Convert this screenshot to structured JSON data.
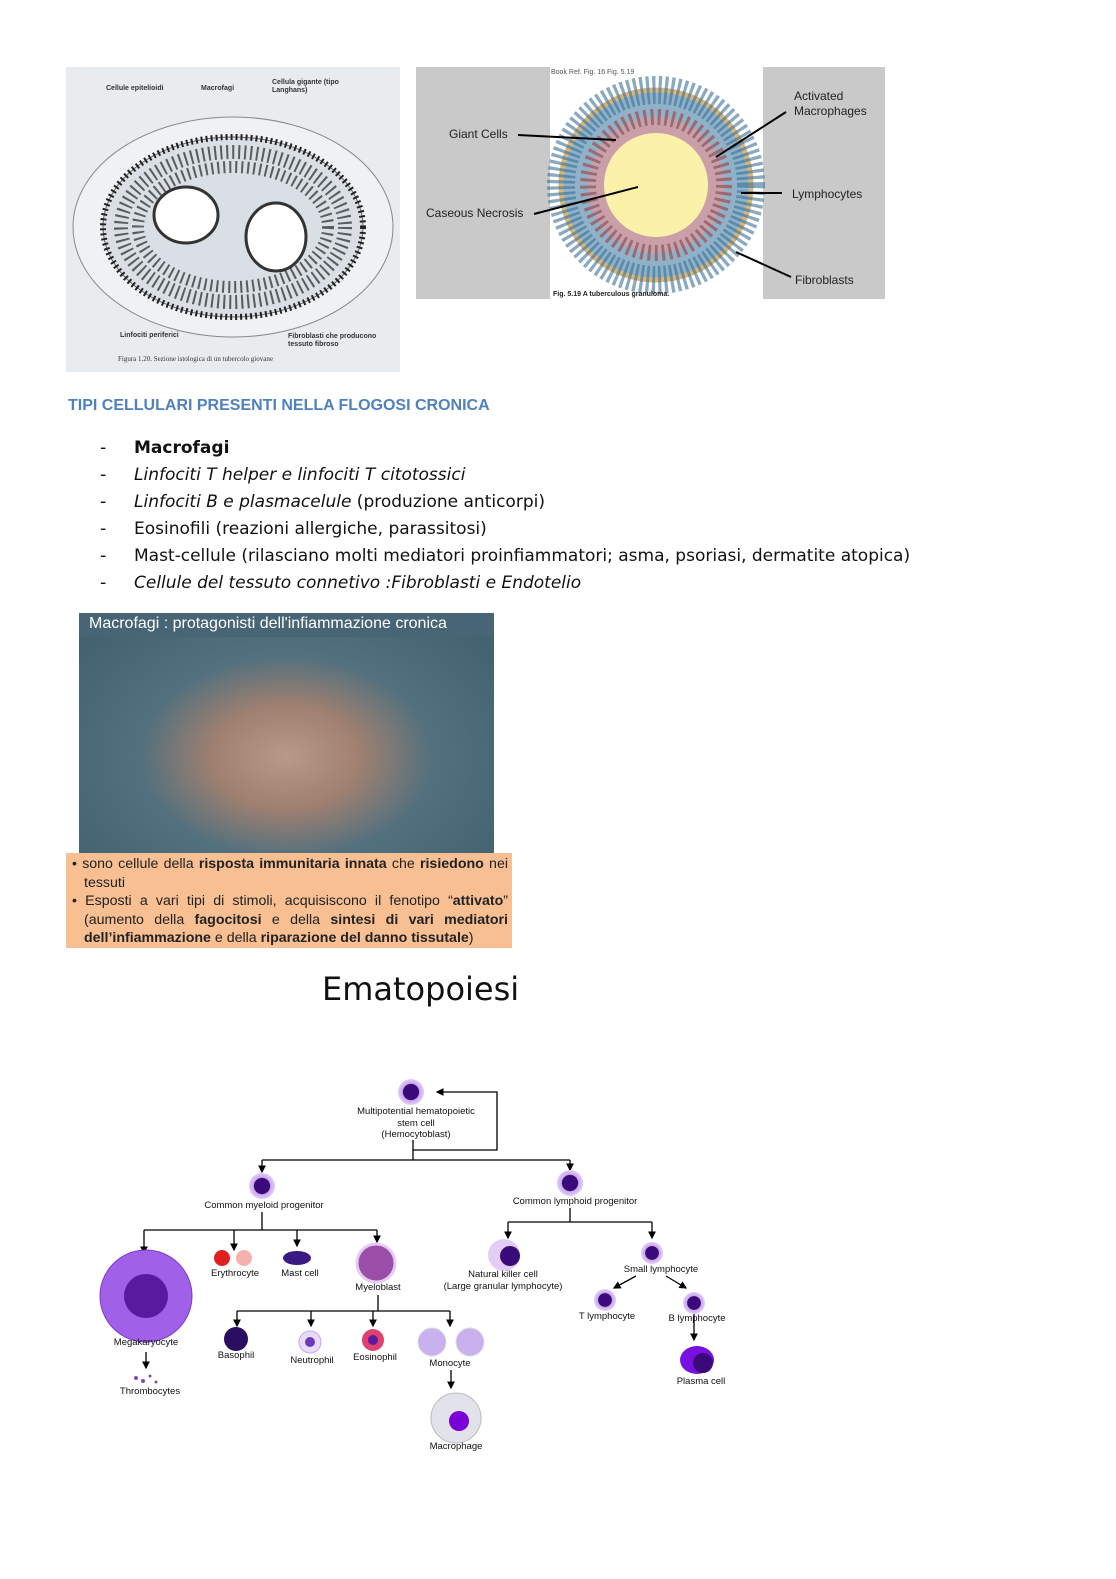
{
  "figure_histology": {
    "labels": [
      "Cellule epitelioidi",
      "Macrofagi",
      "Cellula gigante (tipo Langhans)",
      "Linfociti periferici",
      "Fibroblasti che producono tessuto fibroso"
    ],
    "caption": "Figura 1.20. Sezione istologica di un tubercolo giovane"
  },
  "figure_granuloma": {
    "header": "Book Ref. Fig. 16 Fig. 5.19",
    "labels": [
      "Giant Cells",
      "Caseous Necrosis",
      "Activated Macrophages",
      "Lymphocytes",
      "Fibroblasts"
    ],
    "caption": "Fig. 5.19 A tuberculous granuloma."
  },
  "section_heading": "TIPI CELLULARI PRESENTI NELLA FLOGOSI CRONICA",
  "cell_types": [
    {
      "main": "Macrofagi",
      "rest": ""
    },
    {
      "main": "Linfociti T helper e linfociti T citotossici",
      "rest": ""
    },
    {
      "main": "Linfociti B e plasmacelule",
      "rest": " (produzione anticorpi)"
    },
    {
      "main": "Eosinofili (reazioni allergiche, parassitosi)",
      "rest": ""
    },
    {
      "main": "Mast-cellule (rilasciano molti mediatori proinfiammatori; asma, psoriasi, dermatite atopica)",
      "rest": ""
    },
    {
      "main": "Cellule del tessuto connetivo :Fibroblasti e Endotelio",
      "rest": ""
    }
  ],
  "macrophage_slide": {
    "title": "Macrofagi : protagonisti dell'infiammazione cronica",
    "bullet1": [
      "sono cellule della ",
      "risposta immunitaria innata",
      " che ",
      "risiedono",
      " nei tessuti"
    ],
    "bullet2": [
      "Esposti a vari tipi di stimoli, acquisiscono il fenotipo “",
      "attivato",
      "” (aumento della ",
      "fagocitosi",
      " e della ",
      "sintesi di vari mediatori dell’infiammazione",
      " e della ",
      "riparazione del danno tissutale",
      ")"
    ]
  },
  "hematopoiesis_title": "Ematopoiesi",
  "diagram": {
    "stem": [
      "Multipotential hematopoietic",
      "stem cell",
      "(Hemocytoblast)"
    ],
    "myeloid": "Common myeloid progenitor",
    "lymphoid": "Common lymphoid progenitor",
    "megakaryocyte": "Megakaryocyte",
    "thrombocytes": "Thrombocytes",
    "erythrocyte": "Erythrocyte",
    "mast": "Mast cell",
    "myeloblast": "Myeloblast",
    "basophil": "Basophil",
    "neutrophil": "Neutrophil",
    "eosinophil": "Eosinophil",
    "monocyte": "Monocyte",
    "macrophage": "Macrophage",
    "nk": [
      "Natural killer cell",
      "(Large granular lymphocyte)"
    ],
    "small_lymph": "Small lymphocyte",
    "t_lymph": "T lymphocyte",
    "b_lymph": "B lymphocyte",
    "plasma": "Plasma cell"
  }
}
